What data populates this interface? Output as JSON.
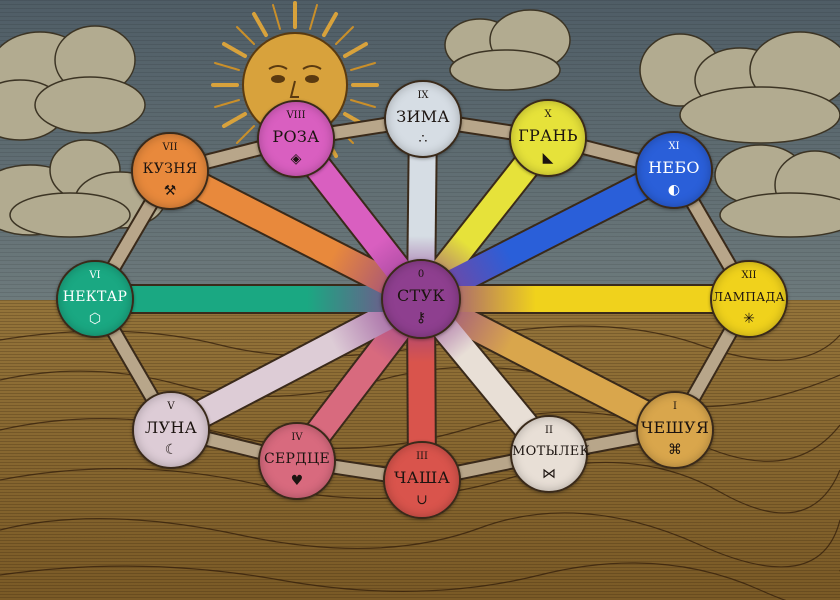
{
  "colors": {
    "sky": "#5c6a72",
    "cloud": "#b2ab90",
    "ground": "#8a6a32",
    "sun": "#d8a23c",
    "ring": "#b8a68a",
    "outline": "#3a2a1a"
  },
  "center": {
    "numeral": "0",
    "name": "СТУК",
    "icon": "key-icon",
    "glyph": "⚷",
    "color": "#8e3f8f"
  },
  "nodes": [
    {
      "id": "chesuya",
      "numeral": "I",
      "name": "ЧЕШУЯ",
      "icon": "command-icon",
      "glyph": "⌘",
      "color": "#d9a64c"
    },
    {
      "id": "motylek",
      "numeral": "II",
      "name": "МОТЫЛЕК",
      "icon": "bowtie-icon",
      "glyph": "⋈",
      "color": "#e8dfd6"
    },
    {
      "id": "chasha",
      "numeral": "III",
      "name": "ЧАША",
      "icon": "cup-icon",
      "glyph": "∪",
      "color": "#d9544c"
    },
    {
      "id": "serdtse",
      "numeral": "IV",
      "name": "СЕРДЦЕ",
      "icon": "heart-icon",
      "glyph": "♥",
      "color": "#d86a7e"
    },
    {
      "id": "luna",
      "numeral": "V",
      "name": "ЛУНА",
      "icon": "crescent-moon-icon",
      "glyph": "☾",
      "color": "#ddccd6"
    },
    {
      "id": "nektar",
      "numeral": "VI",
      "name": "НЕКТАР",
      "icon": "hexagon-icon",
      "glyph": "⬡",
      "color": "#1aa882"
    },
    {
      "id": "kuznya",
      "numeral": "VII",
      "name": "КУЗНЯ",
      "icon": "hammer-icon",
      "glyph": "⚒",
      "color": "#e8893c"
    },
    {
      "id": "roza",
      "numeral": "VIII",
      "name": "РОЗА",
      "icon": "compass-icon",
      "glyph": "◈",
      "color": "#d95fc0"
    },
    {
      "id": "zima",
      "numeral": "IX",
      "name": "ЗИМА",
      "icon": "three-dots-icon",
      "glyph": "∴",
      "color": "#d6dde4"
    },
    {
      "id": "gran",
      "numeral": "X",
      "name": "ГРАНЬ",
      "icon": "knife-icon",
      "glyph": "◣",
      "color": "#e6e23a"
    },
    {
      "id": "nebo",
      "numeral": "XI",
      "name": "НЕБО",
      "icon": "half-circle-icon",
      "glyph": "◐",
      "color": "#2a5fd9"
    },
    {
      "id": "lampada",
      "numeral": "XII",
      "name": "ЛАМПАДА",
      "icon": "sparkle-icon",
      "glyph": "✳",
      "color": "#f0d21c"
    }
  ]
}
